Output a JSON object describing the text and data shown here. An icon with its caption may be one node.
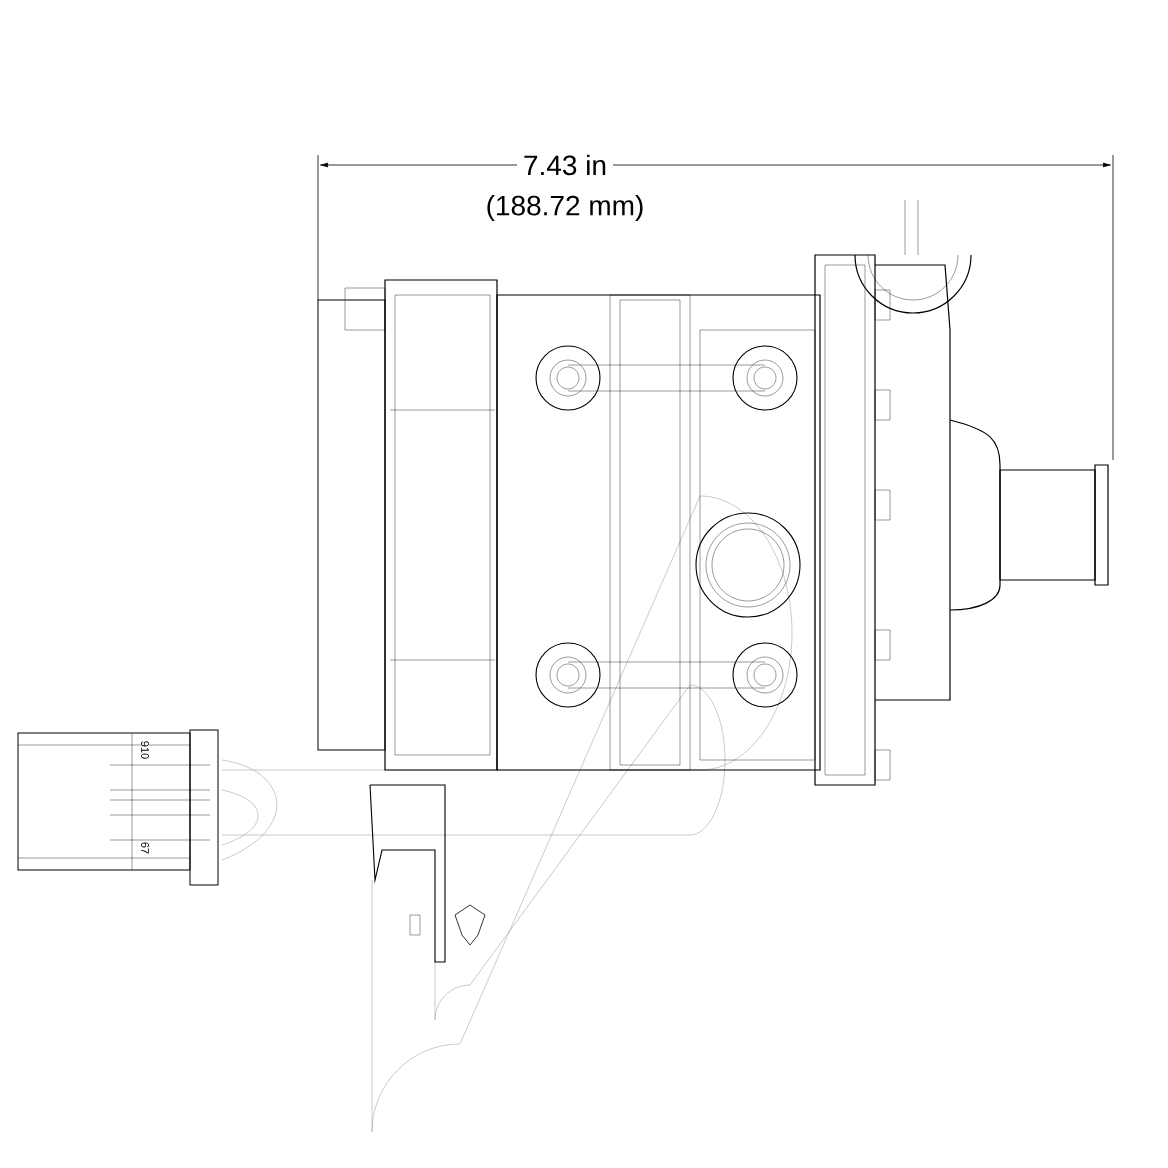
{
  "diagram": {
    "labels": [
      "7.43 in",
      "(188.72 mm)",
      "910",
      "67"
    ]
  }
}
